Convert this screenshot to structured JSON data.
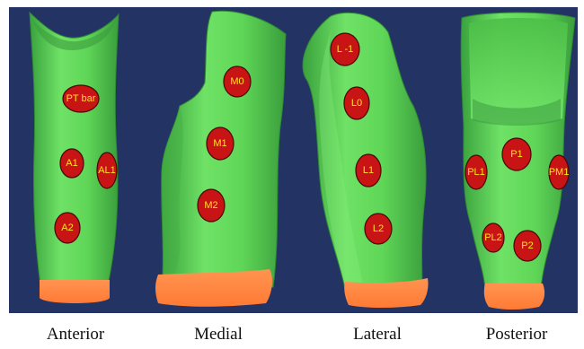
{
  "colors": {
    "background": "#233464",
    "socket_green": "#5fd657",
    "socket_shade": "#3aa23d",
    "base_orange": "#ff8844",
    "marker_fill": "#c81414",
    "marker_text": "#ffe21a"
  },
  "views": [
    {
      "label": "Anterior",
      "markers": [
        "PT bar",
        "A1",
        "AL1",
        "A2"
      ]
    },
    {
      "label": "Medial",
      "markers": [
        "M0",
        "M1",
        "M2"
      ]
    },
    {
      "label": "Lateral",
      "markers": [
        "L -1",
        "L0",
        "L1",
        "L2"
      ]
    },
    {
      "label": "Posterior",
      "markers": [
        "P1",
        "PL1",
        "PM1",
        "PL2",
        "P2"
      ]
    }
  ]
}
